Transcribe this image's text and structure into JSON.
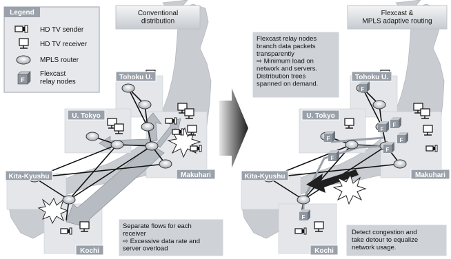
{
  "colors": {
    "map_land": "#c9ccd1",
    "map_sea": "#ffffff",
    "region_box": "#e4e6ea",
    "label_box": "#9aa1aa",
    "callout": "#cfd3d8",
    "arrow_flow": "#b7bcc3",
    "arrow_dark": "#202020",
    "link": "#111111",
    "router": "#d8dbe0",
    "relay": "#8f969f"
  },
  "legend": {
    "title": "Legend",
    "items": [
      {
        "icon": "hd-tv-sender-icon",
        "label": "HD TV sender"
      },
      {
        "icon": "hd-tv-receiver-icon",
        "label": "HD TV receiver"
      },
      {
        "icon": "mpls-router-icon",
        "label": "MPLS router"
      },
      {
        "icon": "flexcast-relay-icon",
        "label": "Flexcast\nrelay nodes"
      }
    ],
    "relay_glyph": "F"
  },
  "left_panel": {
    "title": "Conventional\ndistribution",
    "regions": {
      "tohoku": "Tohoku U.",
      "tokyo": "U. Tokyo",
      "kita_kyushu": "Kita-Kyushu",
      "makuhari": "Makuhari",
      "kochi": "Kochi"
    },
    "callout": "Separate flows for each\nreceiver\n⇨ Excessive data rate and\nserver overload"
  },
  "right_panel": {
    "title": "Flexcast &\nMPLS adaptive routing",
    "regions": {
      "tohoku": "Tohoku U.",
      "tokyo": "U. Tokyo",
      "kita_kyushu": "Kita-Kyushu",
      "makuhari": "Makuhari",
      "kochi": "Kochi"
    },
    "relay_glyph": "F",
    "callout_top": "Flexcast relay nodes\nbranch data packets\ntransparently\n⇨ Minimum load on\nnetwork and servers.\nDistribution trees\nspanned on demand.",
    "callout_bottom": "Detect congestion and\ntake detour to equalize\nnetwork usage."
  }
}
